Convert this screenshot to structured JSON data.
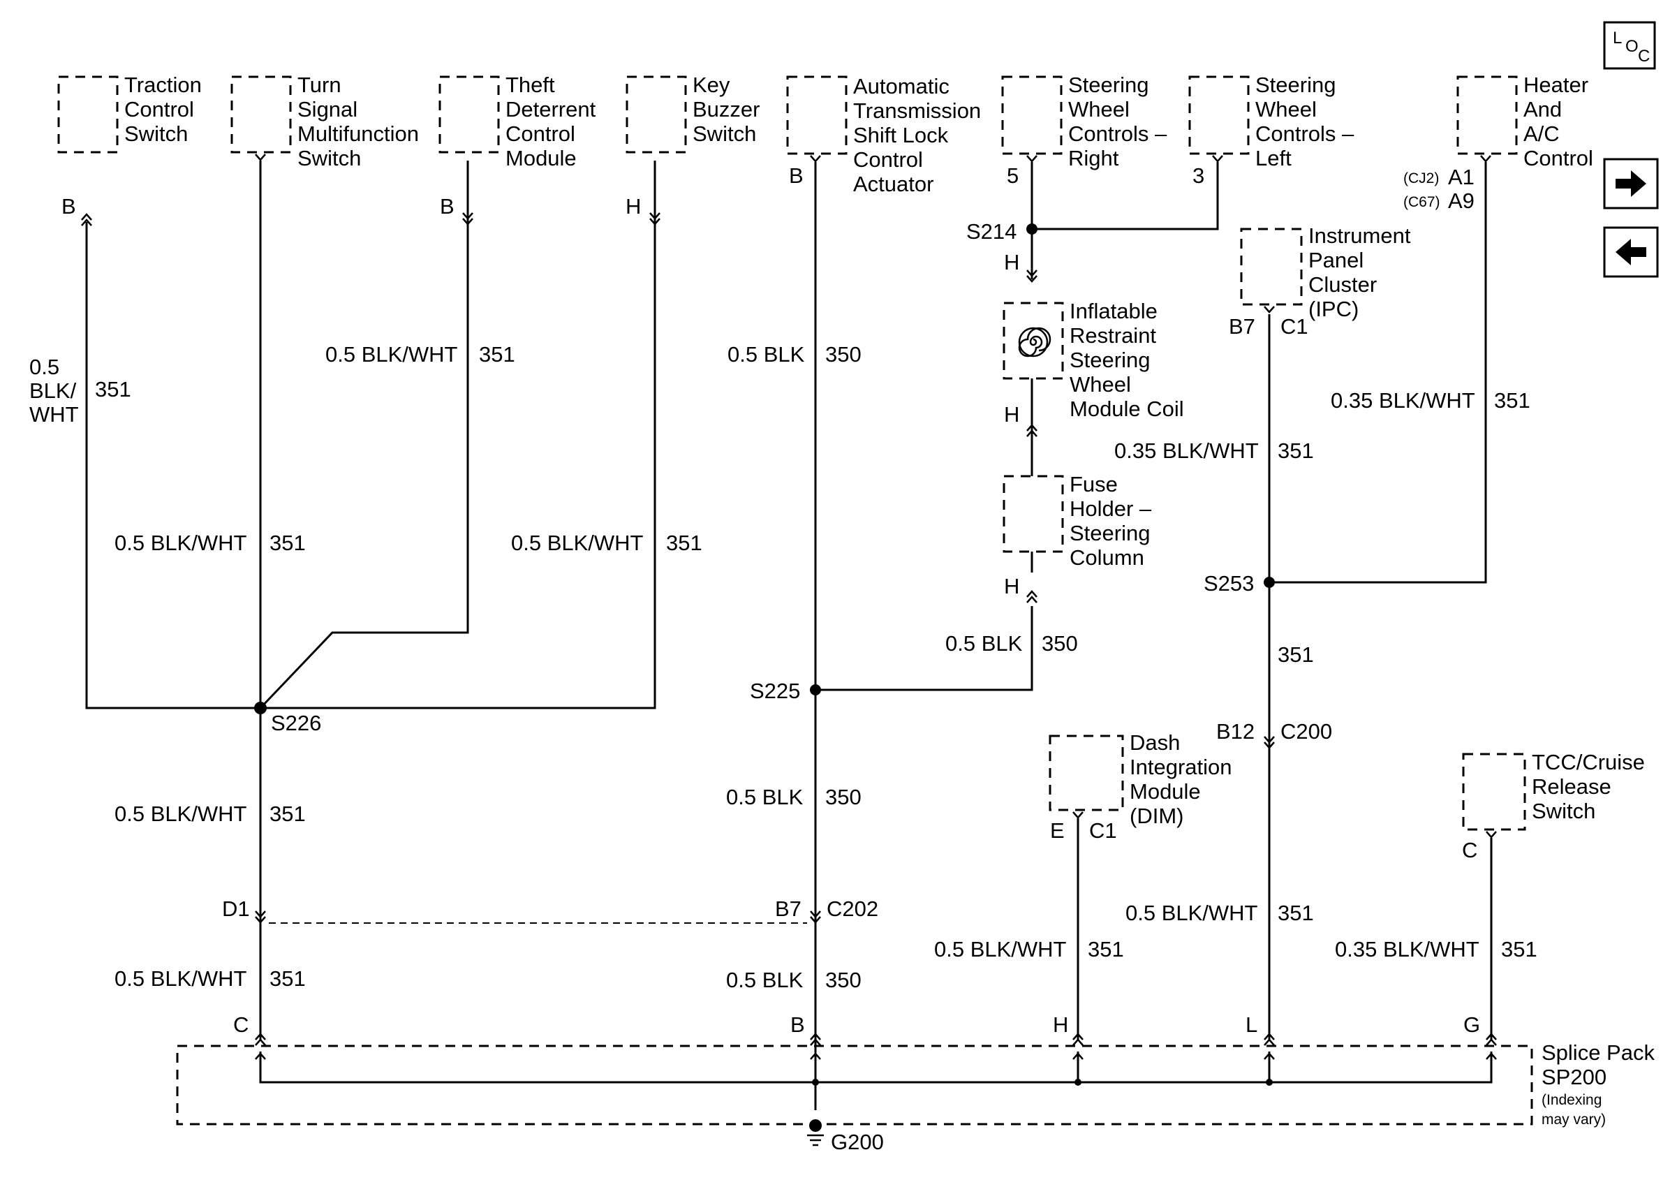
{
  "diagram": {
    "components": {
      "traction": [
        "Traction",
        "Control",
        "Switch"
      ],
      "turn_signal": [
        "Turn",
        "Signal",
        "Multifunction",
        "Switch"
      ],
      "theft": [
        "Theft",
        "Deterrent",
        "Control",
        "Module"
      ],
      "key_buzzer": [
        "Key",
        "Buzzer",
        "Switch"
      ],
      "shift_lock": [
        "Automatic",
        "Transmission",
        "Shift Lock",
        "Control",
        "Actuator"
      ],
      "swc_right": [
        "Steering",
        "Wheel",
        "Controls –",
        "Right"
      ],
      "swc_left": [
        "Steering",
        "Wheel",
        "Controls –",
        "Left"
      ],
      "hvac": [
        "Heater",
        "And",
        "A/C",
        "Control"
      ],
      "ipc": [
        "Instrument",
        "Panel",
        "Cluster",
        "(IPC)"
      ],
      "coil": [
        "Inflatable",
        "Restraint",
        "Steering",
        "Wheel",
        "Module Coil"
      ],
      "fuse": [
        "Fuse",
        "Holder –",
        "Steering",
        "Column"
      ],
      "dim": [
        "Dash",
        "Integration",
        "Module",
        "(DIM)"
      ],
      "tcc": [
        "TCC/Cruise",
        "Release",
        "Switch"
      ],
      "splice_pack": [
        "Splice Pack",
        "SP200",
        "(Indexing",
        "may vary)"
      ]
    },
    "pins": {
      "traction": "B",
      "theft": "B",
      "key_buzzer": "H",
      "shift_lock": "B",
      "swc_right": "5",
      "swc_left": "3",
      "hvac_a1": "A1",
      "hvac_a9": "A9",
      "hvac_cj2": "(CJ2)",
      "hvac_c67": "(C67)",
      "ipc_pin": "B7",
      "ipc_conn": "C1",
      "coil_top": "H",
      "coil_bottom": "H",
      "fuse_bottom": "H",
      "dim_pin": "E",
      "dim_conn": "C1",
      "c200_pin": "B12",
      "c200": "C200",
      "tcc": "C",
      "d1": "D1",
      "b7": "B7",
      "c202": "C202",
      "sp_c": "C",
      "sp_b": "B",
      "sp_h": "H",
      "sp_l": "L",
      "sp_g": "G"
    },
    "splices": {
      "s226": "S226",
      "s225": "S225",
      "s214": "S214",
      "s253": "S253",
      "g200": "G200"
    },
    "wires": {
      "w1_size": "0.5",
      "w1_color1": "BLK/",
      "w1_color2": "WHT",
      "w1_circuit": "351",
      "w2_spec": "0.5 BLK/WHT",
      "w2_circuit": "351",
      "w3_spec": "0.5 BLK/WHT",
      "w3_circuit": "351",
      "w4_spec": "0.5 BLK/WHT",
      "w4_circuit": "351",
      "w5_spec": "0.5 BLK",
      "w5_circuit": "350",
      "w6_spec": "0.5 BLK",
      "w6_circuit": "350",
      "w7_spec": "0.5 BLK",
      "w7_circuit": "350",
      "w8_spec": "0.5 BLK/WHT",
      "w8_circuit": "351",
      "w9_spec": "0.5 BLK/WHT",
      "w9_circuit": "351",
      "w10_spec": "0.5 BLK",
      "w10_circuit": "350",
      "w11_spec": "0.35 BLK/WHT",
      "w11_circuit": "351",
      "w12_spec": "0.35 BLK/WHT",
      "w12_circuit": "351",
      "w13_circuit": "351",
      "w14_spec": "0.5 BLK/WHT",
      "w14_circuit": "351",
      "w15_spec": "0.5 BLK/WHT",
      "w15_circuit": "351",
      "w16_spec": "0.35 BLK/WHT",
      "w16_circuit": "351"
    },
    "nav": {
      "loc_l": "L",
      "loc_o": "O",
      "loc_c": "C",
      "next_icon": "arrow-right-icon",
      "prev_icon": "arrow-left-icon"
    }
  }
}
